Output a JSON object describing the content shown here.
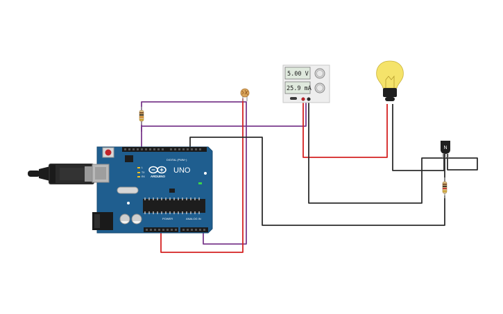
{
  "power_supply": {
    "voltage_readout": "5.00 V",
    "current_readout": "25.9 mA"
  },
  "arduino": {
    "model_label": "UNO",
    "brand_label": "ARDUINO",
    "digital_header_label": "DIGITAL (PWM~)",
    "power_header_label": "POWER",
    "analog_header_label": "ANALOG IN",
    "tx_label": "TX",
    "rx_label": "RX",
    "l_label": "L"
  },
  "transistor": {
    "label": "N"
  },
  "icons": [
    "usb-cable-icon",
    "light-bulb-icon",
    "photoresistor-icon",
    "resistor-icon",
    "npn-transistor-icon",
    "power-supply-icon",
    "arduino-uno-icon"
  ],
  "colors": {
    "wire_purple": "#7a3a8c",
    "wire_red": "#d42020",
    "wire_black": "#2b2b2b",
    "board_blue": "#1f5e8f",
    "bulb_yellow": "#f5e36a"
  }
}
